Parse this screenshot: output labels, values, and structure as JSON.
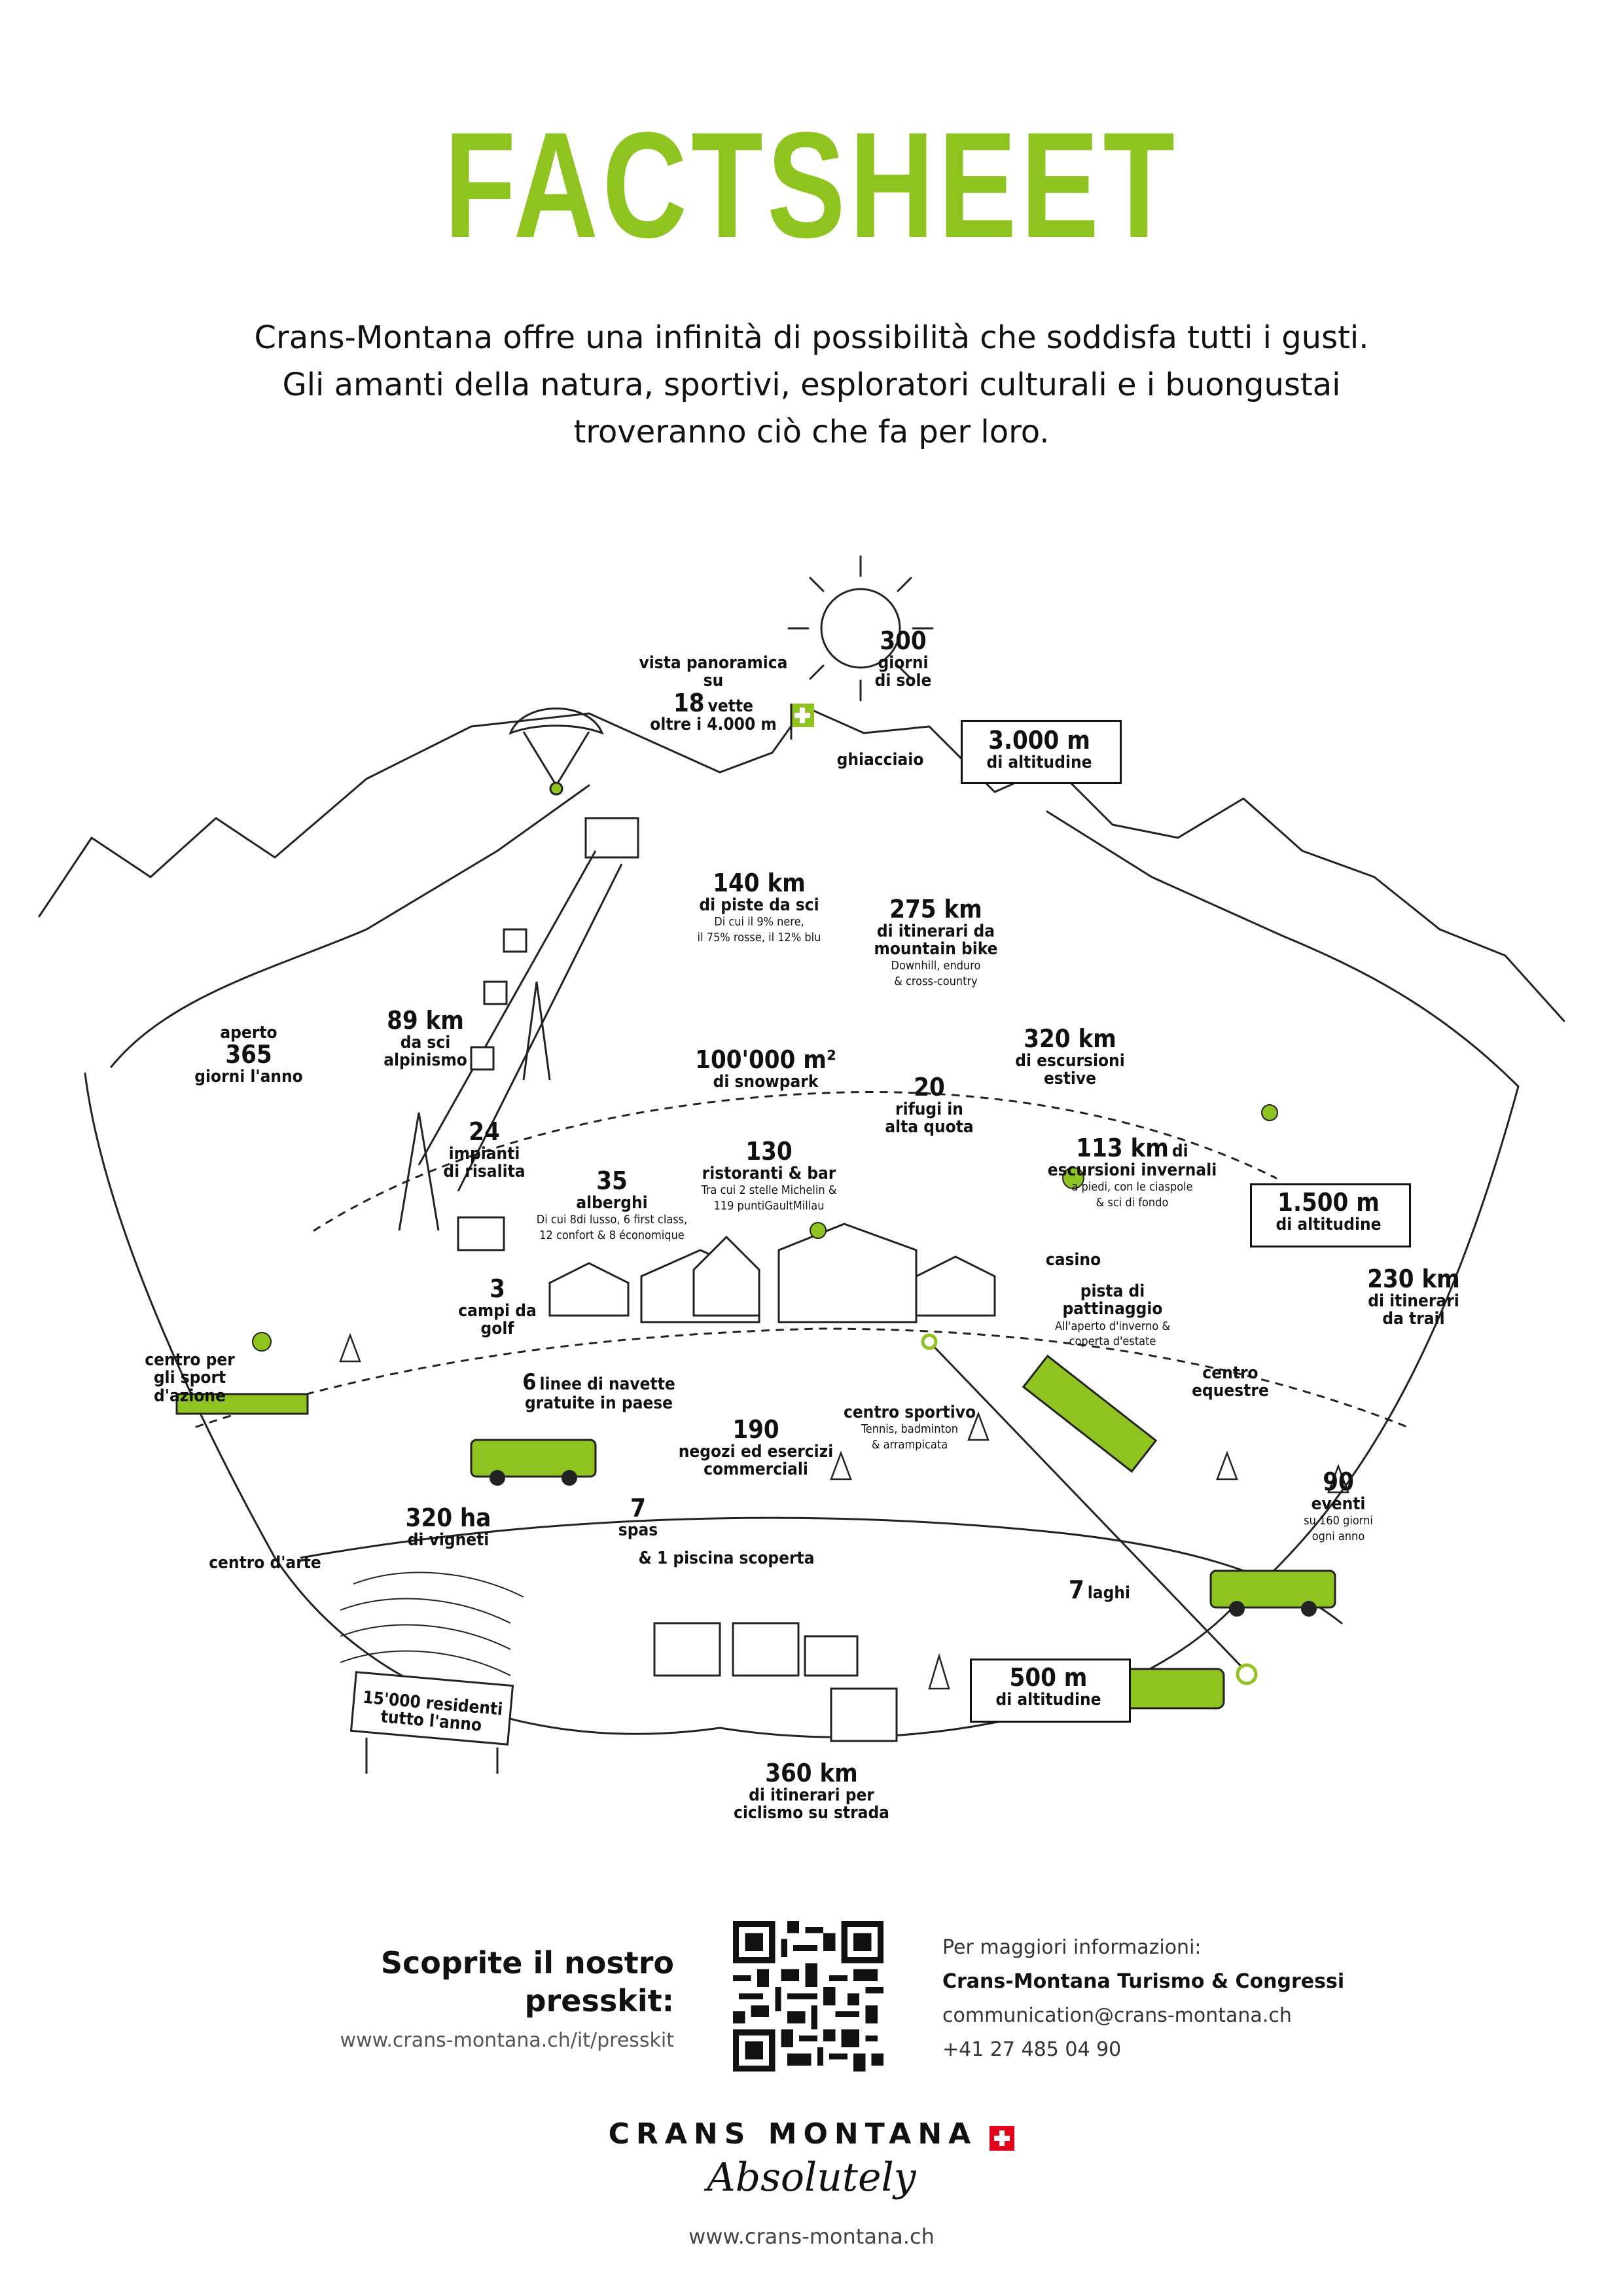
{
  "title": "FACTSHEET",
  "intro": [
    "Crans-Montana offre una infinità di possibilità che soddisfa tutti i gusti.",
    "Gli amanti della natura, sportivi, esploratori culturali e i buongustai",
    "troveranno ciò che fa per loro."
  ],
  "colors": {
    "accent": "#8fc31f",
    "swiss_red": "#e2001a",
    "ink": "#111111"
  },
  "facts": {
    "sun": {
      "big": "300",
      "l1": "giorni",
      "l2": "di sole"
    },
    "peaks": {
      "l0": "vista panoramica",
      "big": "18",
      "l1": "su",
      "l2": "vette",
      "l3": "oltre i 4.000 m"
    },
    "glacier": {
      "l1": "ghiacciaio"
    },
    "alt3000": {
      "big": "3.000 m",
      "l1": "di altitudine"
    },
    "ski": {
      "big": "140 km",
      "l1": "di piste da sci",
      "s1": "Di cui il 9% nere,",
      "s2": "il 75% rosse, il 12% blu"
    },
    "mtb": {
      "big": "275 km",
      "l1": "di itinerari da",
      "l2": "mountain bike",
      "s1": "Downhill, enduro",
      "s2": "& cross-country"
    },
    "open": {
      "l0": "aperto",
      "big": "365",
      "l1": "giorni l'anno"
    },
    "skitour": {
      "big": "89 km",
      "l1": "da sci",
      "l2": "alpinismo"
    },
    "snowpark": {
      "big": "100'000 m²",
      "l1": "di snowpark"
    },
    "summer": {
      "big": "320 km",
      "l1": "di escursioni",
      "l2": "estive"
    },
    "lifts": {
      "big": "24",
      "l1": "impianti",
      "l2": "di risalita"
    },
    "huts": {
      "big": "20",
      "l1": "rifugi in",
      "l2": "alta quota"
    },
    "restaurants": {
      "big": "130",
      "l1": "ristoranti & bar",
      "s1": "Tra cui 2 stelle Michelin &",
      "s2": "119 puntiGaultMillau"
    },
    "hotels": {
      "big": "35",
      "l1": "alberghi",
      "s1": "Di cui 8di lusso, 6 first class,",
      "s2": "12 confort & 8 économique"
    },
    "winter": {
      "big": "113 km",
      "l0": "di",
      "l1": "escursioni invernali",
      "s1": "a piedi, con le ciaspole",
      "s2": "& sci di fondo"
    },
    "alt1500": {
      "big": "1.500 m",
      "l1": "di altitudine"
    },
    "casino": {
      "l1": "casino"
    },
    "golf": {
      "big": "3",
      "l1": "campi da",
      "l2": "golf"
    },
    "skating": {
      "l1": "pista di",
      "l2": "pattinaggio",
      "s1": "All'aperto d'inverno &",
      "s2": "coperta d'estate"
    },
    "equestrian": {
      "l1": "centro",
      "l2": "equestre"
    },
    "trail": {
      "big": "230 km",
      "l1": "di itinerari",
      "l2": "da trail"
    },
    "action": {
      "l1": "centro per",
      "l2": "gli sport",
      "l3": "d'azione"
    },
    "shuttles": {
      "big": "6",
      "l1": "linee di navette",
      "l2": "gratuite in paese"
    },
    "sport_center": {
      "l1": "centro sportivo",
      "s1": "Tennis, badminton",
      "s2": "& arrampicata"
    },
    "shops": {
      "big": "190",
      "l1": "negozi ed esercizi",
      "l2": "commerciali"
    },
    "events": {
      "big": "90",
      "l1": "eventi",
      "s1": "su 160 giorni",
      "s2": "ogni anno"
    },
    "art": {
      "l1": "centro d'arte"
    },
    "vineyards": {
      "big": "320 ha",
      "l1": "di vigneti"
    },
    "spas": {
      "big": "7",
      "l1": "spas",
      "l2": "& 1 piscina scoperta"
    },
    "lakes": {
      "big": "7",
      "l1": "laghi"
    },
    "alt500": {
      "big": "500 m",
      "l1": "di altitudine"
    },
    "residents": {
      "l1": "15'000 residenti",
      "l2": "tutto l'anno"
    },
    "cycling": {
      "big": "360 km",
      "l1": "di itinerari per",
      "l2": "ciclismo su strada"
    }
  },
  "presskit": {
    "line1": "Scoprite il nostro",
    "line2": "presskit:",
    "url": "www.crans-montana.ch/it/presskit"
  },
  "contact": {
    "intro": "Per maggiori informazioni:",
    "org": "Crans-Montana Turismo & Congressi",
    "email": "communication@crans-montana.ch",
    "phone": "+41 27 485 04 90"
  },
  "brand": {
    "name": "CRANS MONTANA",
    "tagline": "Absolutely",
    "url": "www.crans-montana.ch"
  }
}
